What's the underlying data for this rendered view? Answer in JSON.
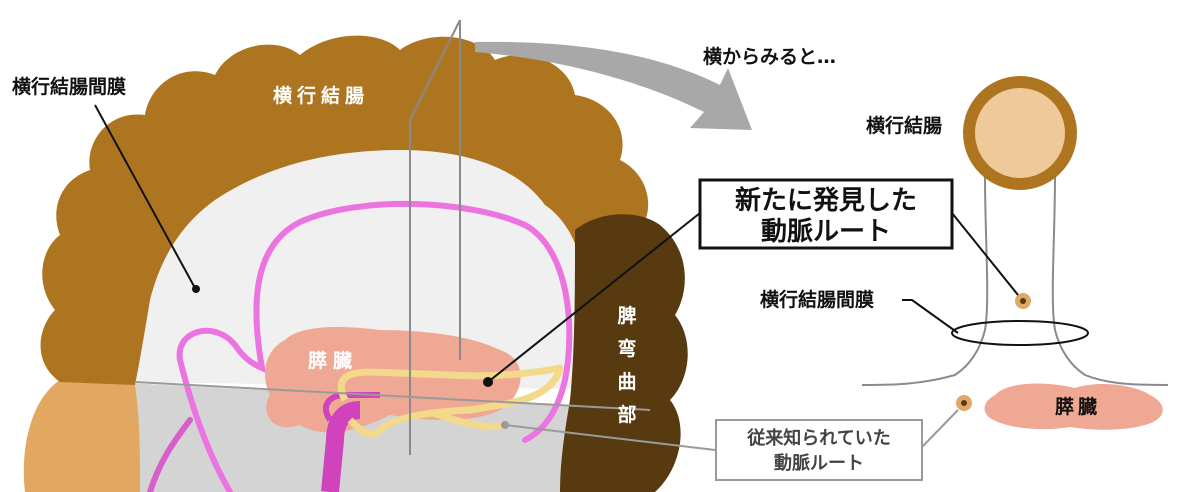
{
  "labels": {
    "transverse_mesocolon_left": "横行結腸間膜",
    "transverse_colon_left": "横行結腸",
    "side_view_caption": "横からみると…",
    "transverse_colon_right": "横行結腸",
    "new_route_line1": "新たに発見した",
    "new_route_line2": "動脈ルート",
    "transverse_mesocolon_right": "横行結腸間膜",
    "pancreas_left": "膵臓",
    "splenic_flexure": [
      "脾",
      "弯",
      "曲",
      "部"
    ],
    "pancreas_right": "膵臓",
    "known_route_line1": "従来知られていた",
    "known_route_line2": "動脈ルート"
  },
  "colors": {
    "colon": "#ae7520",
    "colon_dark": "#573a0f",
    "colon_light": "#e2a862",
    "mesentery": "#f0f0f0",
    "pancreas": "#eea894",
    "artery_pink": "#ec74e0",
    "artery_magenta": "#d043bd",
    "new_route_yellow": "#f3d98b",
    "lumen": "#efc99a",
    "dot_orange": "#e0a866",
    "arrow_gray": "#a8a8a8",
    "plane_gray": "#d4d4d4"
  }
}
